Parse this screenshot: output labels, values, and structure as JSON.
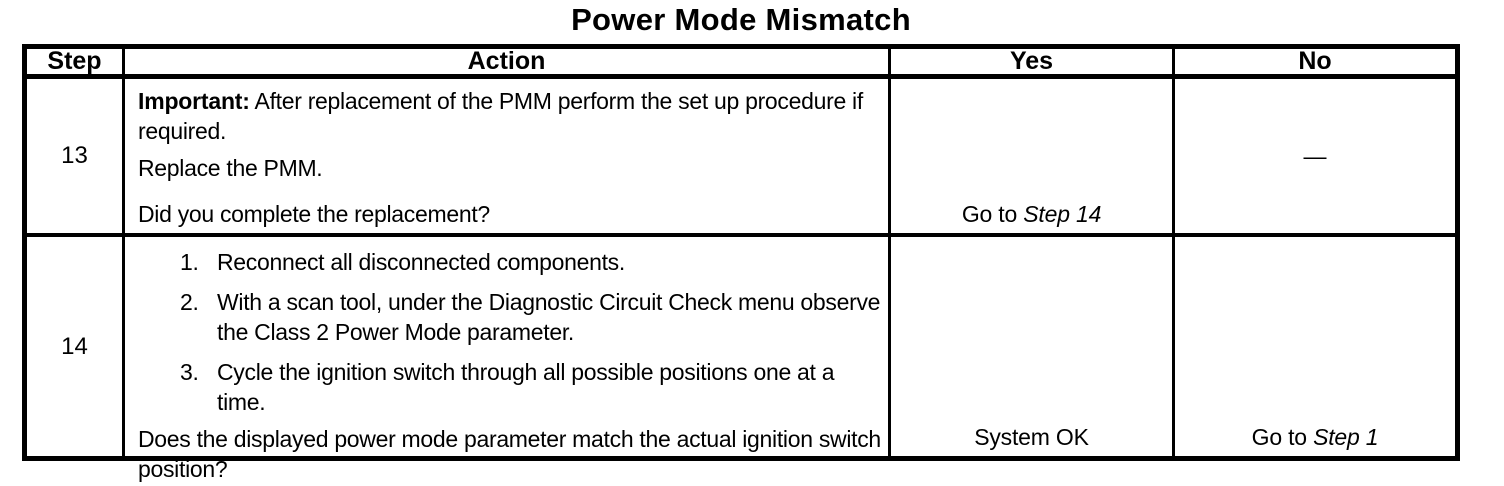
{
  "title": "Power Mode Mismatch",
  "colors": {
    "text": "#000000",
    "background": "#ffffff",
    "border": "#000000"
  },
  "table": {
    "headers": {
      "step": "Step",
      "action": "Action",
      "yes": "Yes",
      "no": "No"
    },
    "rows": [
      {
        "step": "13",
        "action": {
          "important_label": "Important:",
          "important_text": " After replacement of the PMM perform the set up procedure if required.",
          "instruction": "Replace the PMM.",
          "question": "Did you complete the replacement?"
        },
        "yes_prefix": "Go to ",
        "yes_italic": "Step 14",
        "no_text": "—"
      },
      {
        "step": "14",
        "action": {
          "list": [
            {
              "num": "1.",
              "text": "Reconnect all disconnected components."
            },
            {
              "num": "2.",
              "text": "With a scan tool, under the Diagnostic Circuit Check menu observe the Class 2 Power Mode parameter."
            },
            {
              "num": "3.",
              "text": "Cycle the ignition switch through all possible positions one at a time."
            }
          ],
          "question": "Does the displayed power mode parameter match the actual ignition switch position?"
        },
        "yes_text": "System OK",
        "no_prefix": "Go to ",
        "no_italic": "Step 1"
      }
    ]
  }
}
